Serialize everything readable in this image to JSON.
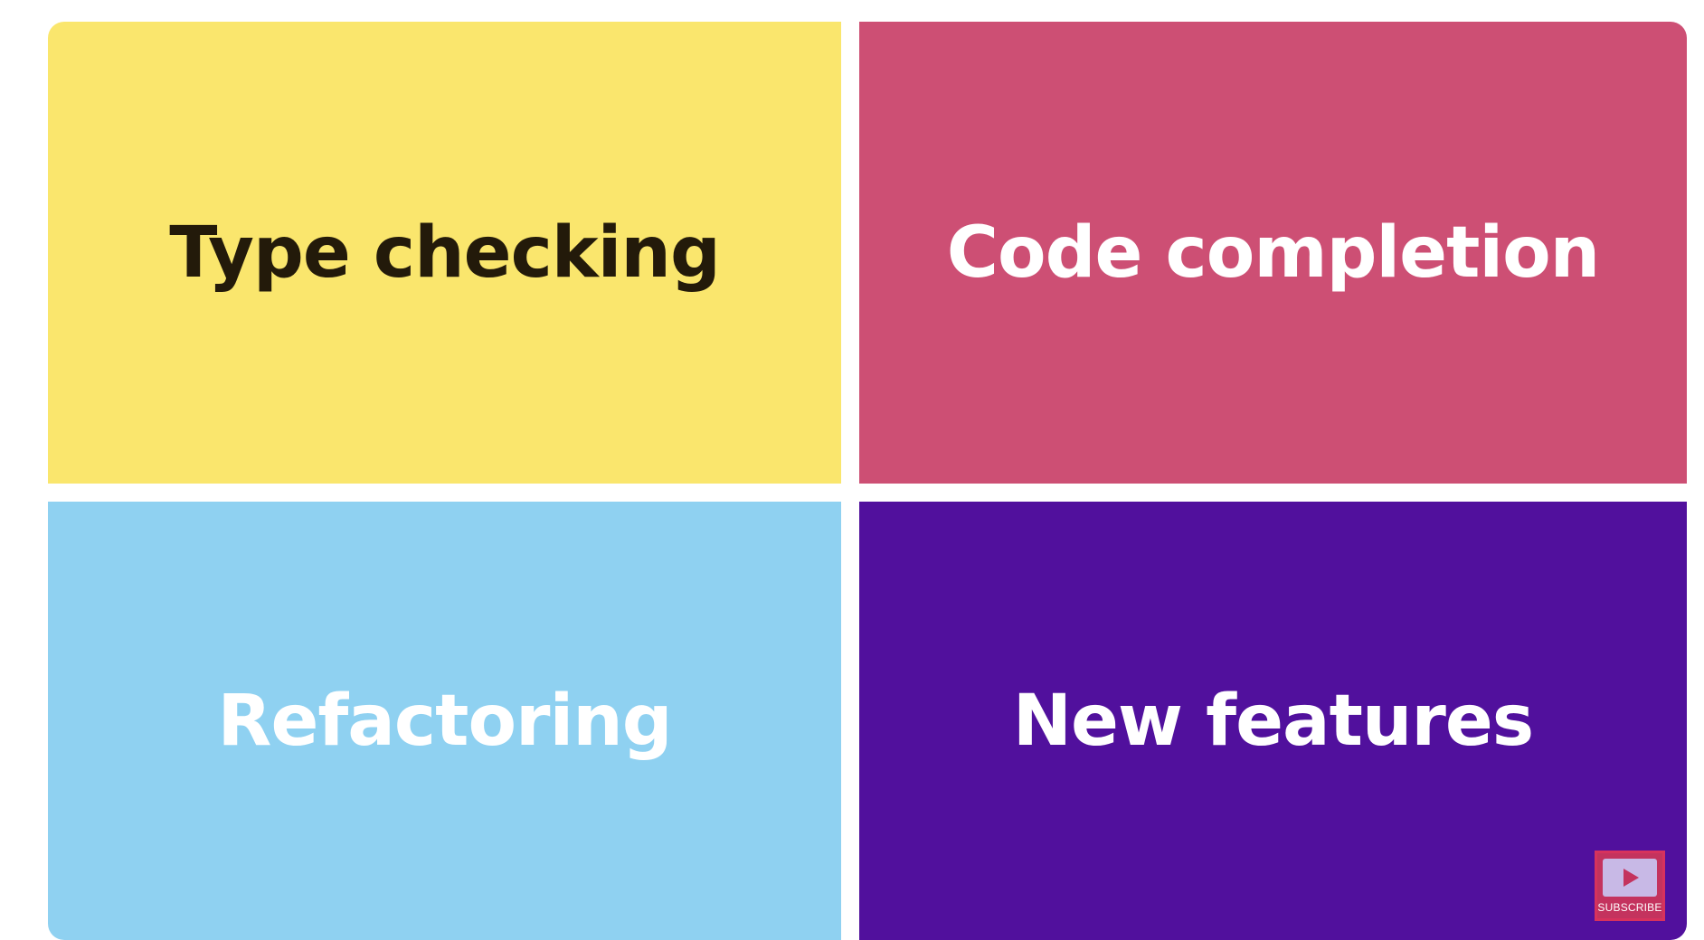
{
  "tiles": [
    {
      "label": "Type checking",
      "background": "#fae66d",
      "text_color": "#231a0a"
    },
    {
      "label": "Code completion",
      "background": "#cd4f74",
      "text_color": "#ffffff"
    },
    {
      "label": "Refactoring",
      "background": "#8fd1f1",
      "text_color": "#ffffff"
    },
    {
      "label": "New features",
      "background": "#51109d",
      "text_color": "#ffffff"
    }
  ],
  "subscribe": {
    "label": "SUBSCRIBE",
    "icon": "play-icon",
    "background": "#c4335e",
    "text_color": "#ffffff"
  }
}
